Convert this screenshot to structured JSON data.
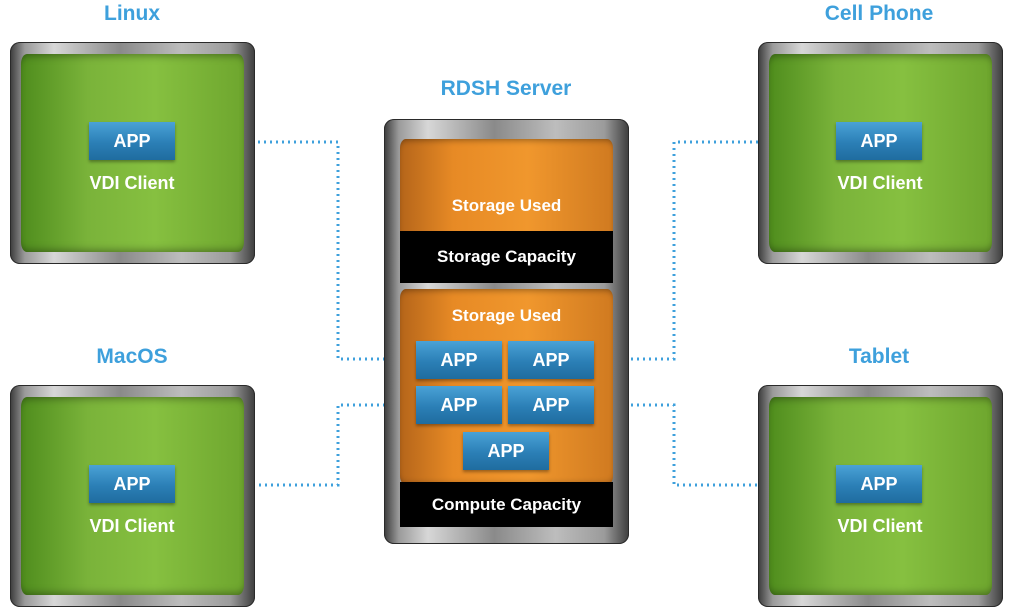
{
  "server": {
    "title": "RDSH Server",
    "top_used": "Storage Used",
    "top_capacity": "Storage Capacity",
    "bottom_used": "Storage Used",
    "bottom_capacity": "Compute Capacity",
    "apps": [
      "APP",
      "APP",
      "APP",
      "APP",
      "APP"
    ]
  },
  "devices": [
    {
      "name": "Linux",
      "app": "APP",
      "client": "VDI Client"
    },
    {
      "name": "Cell Phone",
      "app": "APP",
      "client": "VDI Client"
    },
    {
      "name": "MacOS",
      "app": "APP",
      "client": "VDI Client"
    },
    {
      "name": "Tablet",
      "app": "APP",
      "client": "VDI Client"
    }
  ],
  "colors": {
    "title": "#3ea0dc",
    "connector": "#3ea0dc",
    "app_box": "#2b7fb6",
    "client_body": "#7ab33a",
    "server_body": "#e78a25",
    "capacity_band": "#000000"
  }
}
